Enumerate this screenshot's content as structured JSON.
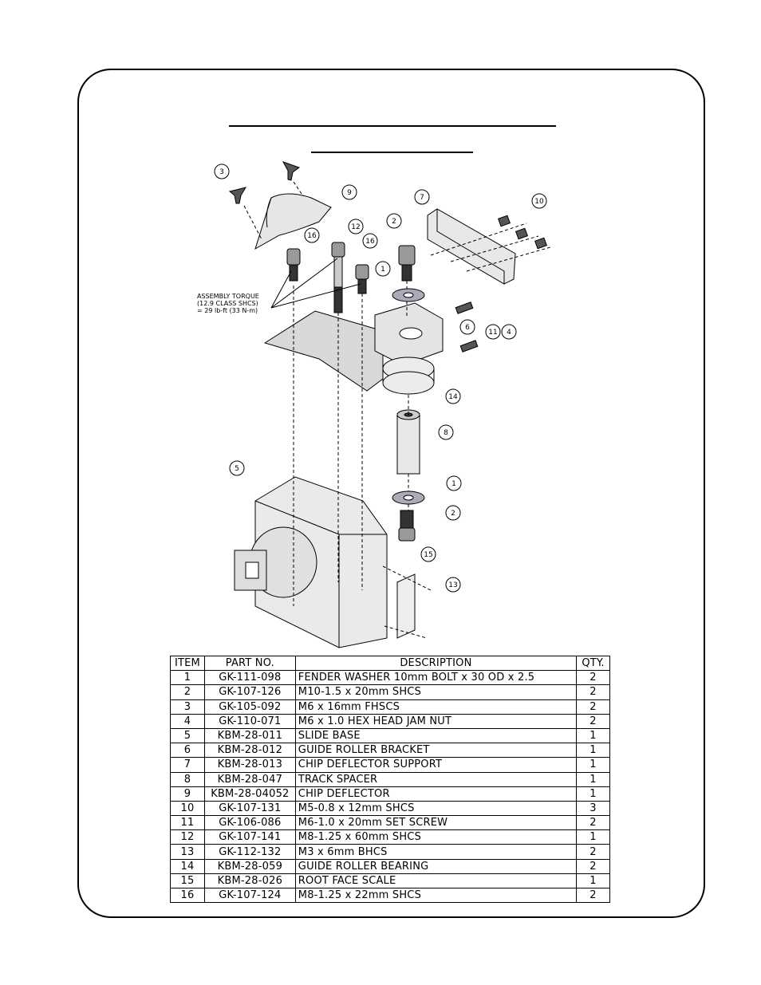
{
  "drawing": {
    "callouts": [
      {
        "id": "c3",
        "label": "3"
      },
      {
        "id": "c9",
        "label": "9"
      },
      {
        "id": "c7",
        "label": "7"
      },
      {
        "id": "c10",
        "label": "10"
      },
      {
        "id": "c16a",
        "label": "16"
      },
      {
        "id": "c12",
        "label": "12"
      },
      {
        "id": "c16b",
        "label": "16"
      },
      {
        "id": "c2a",
        "label": "2"
      },
      {
        "id": "c1a",
        "label": "1"
      },
      {
        "id": "c6",
        "label": "6"
      },
      {
        "id": "c11",
        "label": "11"
      },
      {
        "id": "c4",
        "label": "4"
      },
      {
        "id": "c14",
        "label": "14"
      },
      {
        "id": "c8",
        "label": "8"
      },
      {
        "id": "c5",
        "label": "5"
      },
      {
        "id": "c1b",
        "label": "1"
      },
      {
        "id": "c2b",
        "label": "2"
      },
      {
        "id": "c15",
        "label": "15"
      },
      {
        "id": "c13",
        "label": "13"
      }
    ],
    "torque_note": [
      "ASSEMBLY TORQUE",
      "(12.9 CLASS SHCS)",
      "= 29 lb-ft (33 N-m)"
    ]
  },
  "bom": {
    "headers": [
      "ITEM",
      "PART NO.",
      "DESCRIPTION",
      "QTY."
    ],
    "rows": [
      [
        "1",
        "GK-111-098",
        "FENDER WASHER 10mm BOLT x 30 OD x 2.5",
        "2"
      ],
      [
        "2",
        "GK-107-126",
        "M10-1.5 x 20mm SHCS",
        "2"
      ],
      [
        "3",
        "GK-105-092",
        "M6 x 16mm FHSCS",
        "2"
      ],
      [
        "4",
        "GK-110-071",
        "M6 x 1.0 HEX HEAD JAM NUT",
        "2"
      ],
      [
        "5",
        "KBM-28-011",
        "SLIDE BASE",
        "1"
      ],
      [
        "6",
        "KBM-28-012",
        "GUIDE ROLLER BRACKET",
        "1"
      ],
      [
        "7",
        "KBM-28-013",
        "CHIP DEFLECTOR SUPPORT",
        "1"
      ],
      [
        "8",
        "KBM-28-047",
        "TRACK SPACER",
        "1"
      ],
      [
        "9",
        "KBM-28-04052",
        "CHIP DEFLECTOR",
        "1"
      ],
      [
        "10",
        "GK-107-131",
        "M5-0.8 x 12mm SHCS",
        "3"
      ],
      [
        "11",
        "GK-106-086",
        "M6-1.0 x 20mm SET SCREW",
        "2"
      ],
      [
        "12",
        "GK-107-141",
        "M8-1.25 x 60mm SHCS",
        "1"
      ],
      [
        "13",
        "GK-112-132",
        "M3 x 6mm BHCS",
        "2"
      ],
      [
        "14",
        "KBM-28-059",
        "GUIDE ROLLER BEARING",
        "2"
      ],
      [
        "15",
        "KBM-28-026",
        "ROOT FACE SCALE",
        "1"
      ],
      [
        "16",
        "GK-107-124",
        "M8-1.25 x 22mm SHCS",
        "2"
      ]
    ]
  }
}
